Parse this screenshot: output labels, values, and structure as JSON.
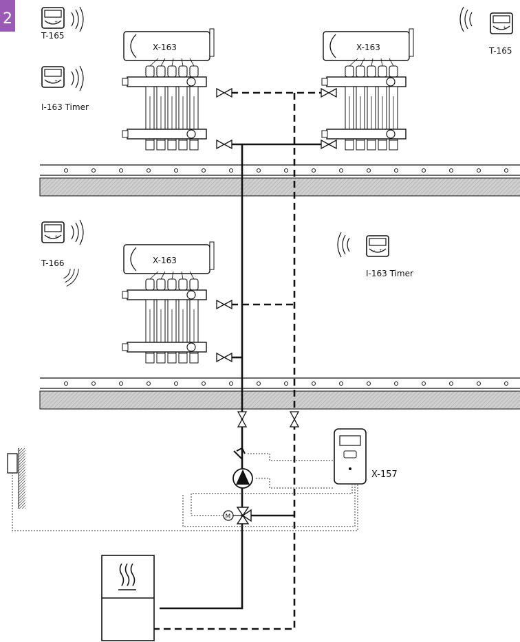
{
  "page_number": "2",
  "colors": {
    "accent": "#9b59b6",
    "line": "#111111",
    "floor": "#c8c8c8"
  },
  "manifolds": [
    {
      "id": "manifold-upper-left",
      "controller_label": "X-163"
    },
    {
      "id": "manifold-upper-right",
      "controller_label": "X-163"
    },
    {
      "id": "manifold-lower",
      "controller_label": "X-163"
    }
  ],
  "thermostats": [
    {
      "id": "thermostat-t165-left",
      "label": "T-165",
      "icon": "thermostat-icon"
    },
    {
      "id": "timer-i163-upper",
      "label": "I-163 Timer",
      "icon": "thermostat-icon"
    },
    {
      "id": "thermostat-t165-right",
      "label": "T-165",
      "icon": "thermostat-icon"
    },
    {
      "id": "thermostat-t166",
      "label": "T-166",
      "icon": "thermostat-icon"
    },
    {
      "id": "timer-i163-lower",
      "label": "I-163 Timer",
      "icon": "thermostat-icon"
    }
  ],
  "controller": {
    "label": "X-157",
    "icon": "controller-icon"
  },
  "boiler": {
    "icon": "heat-icon"
  }
}
